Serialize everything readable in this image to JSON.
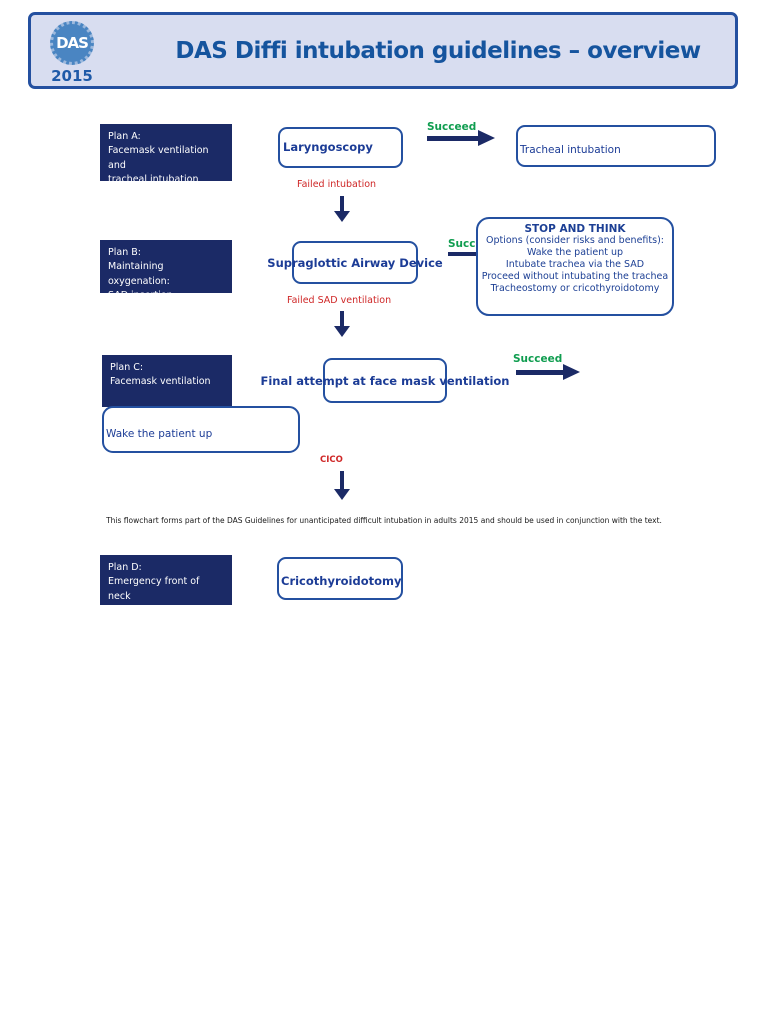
{
  "header": {
    "logo": {
      "acronym": "DAS",
      "year": "2015"
    },
    "title": "DAS Diffi intubation guidelines – overview"
  },
  "colors": {
    "navy_fill": "#1b2a66",
    "box_border": "#2450a0",
    "action_text": "#1c3c96",
    "title_text": "#15549e",
    "succeed_green": "#0f9d4f",
    "fail_red": "#cf2727",
    "header_bg": "#d8ddf0"
  },
  "plan_a": {
    "label": "Plan A:\nFacemask ventilation and\ntracheal intubation",
    "action": "Laryngoscopy",
    "succeed_label": "Succeed",
    "outcome": "Tracheal intubation",
    "fail_label": "Failed intubation"
  },
  "plan_b": {
    "label": "Plan B:\nMaintaining oxygenation:\nSAD insertion",
    "action": "Supraglottic Airway Device",
    "succeed_label": "Succeed",
    "fail_label": "Failed SAD ventilation",
    "stop_and_think": {
      "title": "STOP AND THINK",
      "lines": [
        "Options (consider risks and benefits):",
        "Wake the patient up",
        "Intubate trachea via the SAD",
        "Proceed without intubating the trachea",
        "Tracheostomy or cricothyroidotomy"
      ]
    }
  },
  "plan_c": {
    "label": "Plan C:\nFacemask ventilation",
    "action": "Final attempt at face mask ventilation",
    "succeed_label": "Succeed",
    "outcome": "Wake the patient up",
    "fail_label": "CICO"
  },
  "plan_d": {
    "label": "Plan D:\nEmergency front of neck\naccess",
    "action": "Cricothyroidotomy"
  },
  "footnote": "This flowchart forms part of the DAS Guidelines for unanticipated difficult intubation in adults 2015 and should be used in conjunction with the text."
}
